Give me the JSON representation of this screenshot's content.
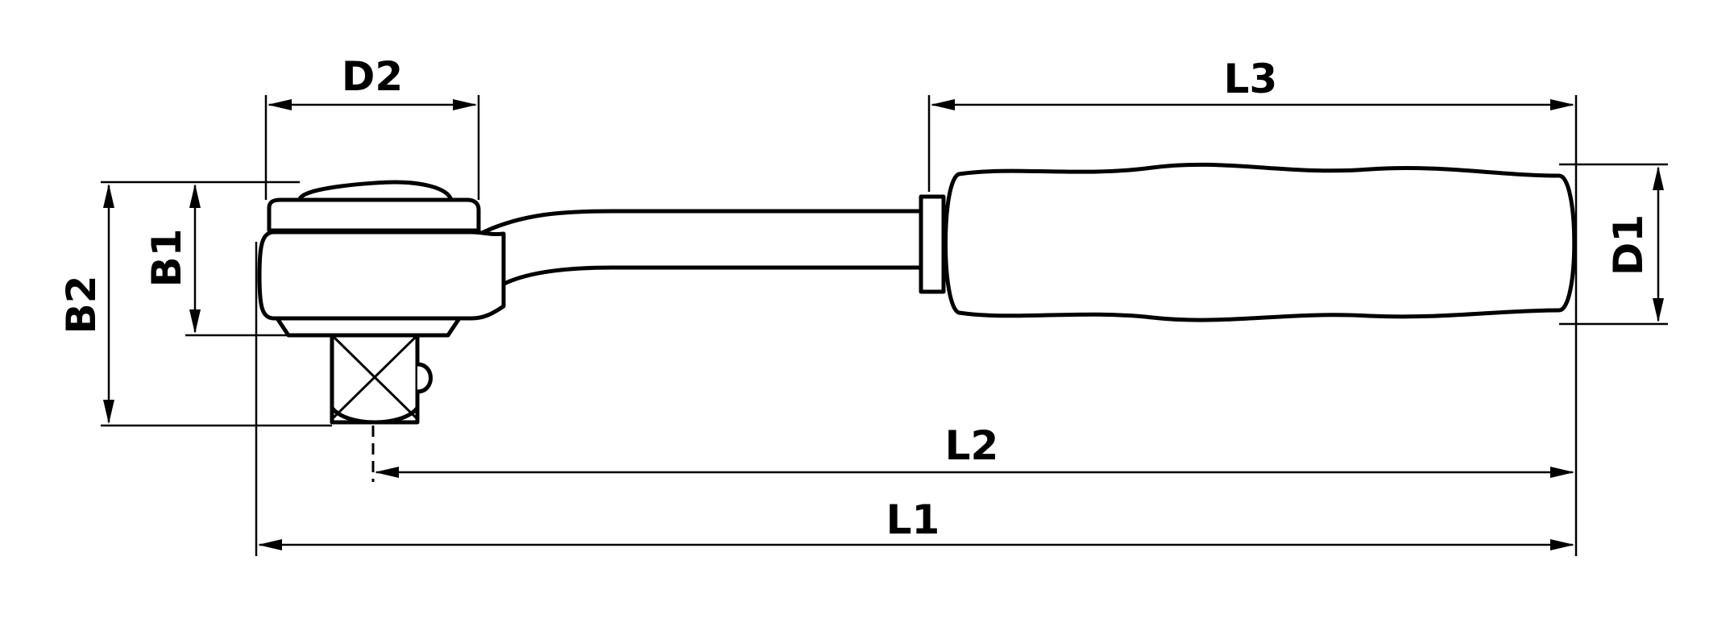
{
  "labels": {
    "D2": "D2",
    "L3": "L3",
    "D1": "D1",
    "B1": "B1",
    "B2": "B2",
    "L2": "L2",
    "L1": "L1"
  }
}
